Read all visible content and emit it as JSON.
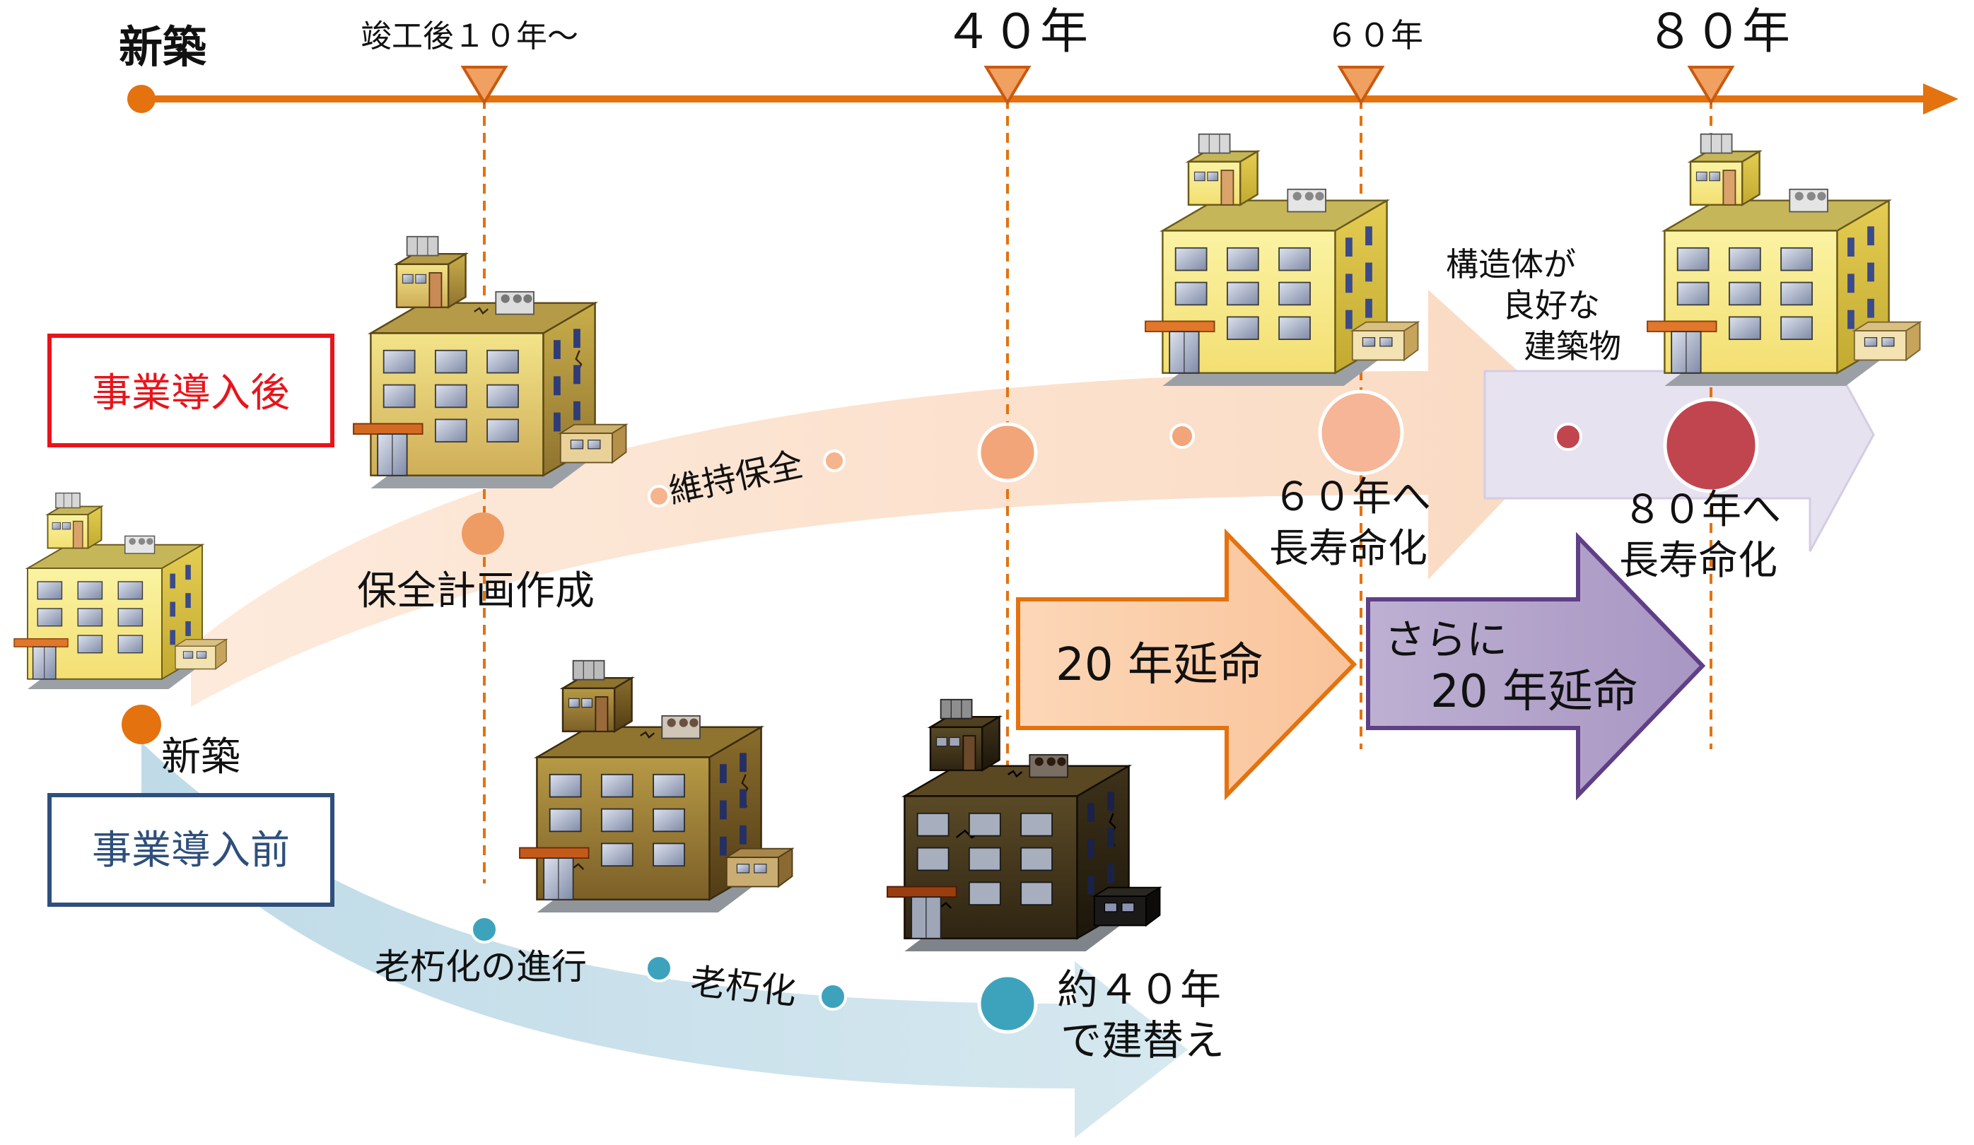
{
  "timeline": {
    "start_label": "新築",
    "markers": [
      {
        "label": "竣工後１０年～",
        "emphasis": "small"
      },
      {
        "label": "４０年",
        "emphasis": "large"
      },
      {
        "label": "６０年",
        "emphasis": "small"
      },
      {
        "label": "８０年",
        "emphasis": "large"
      }
    ]
  },
  "legend": {
    "after_label": "事業導入後",
    "before_label": "事業導入前"
  },
  "after_path": {
    "labels": {
      "plan": "保全計画作成",
      "maintenance": "維持保全",
      "extend60_line1": "６０年へ",
      "extend60_line2": "長寿命化",
      "good_line1": "構造体が",
      "good_line2": "良好な",
      "good_line3": "建築物",
      "extend80_line1": "８０年へ",
      "extend80_line2": "長寿命化"
    }
  },
  "before_path": {
    "labels": {
      "new_build": "新築",
      "aging_progress": "老朽化の進行",
      "aging": "老朽化",
      "rebuild_line1": "約４０年",
      "rebuild_line2": "で建替え"
    }
  },
  "arrows": {
    "extend20": "20 年延命",
    "further_line1": "さらに",
    "further_line2": "20 年延命"
  },
  "colors": {
    "timeline": "#e3720f",
    "after_box": "#e8141b",
    "before_box": "#2e4f7c",
    "after_band": "#fbe3d0",
    "purple_band": "#e6e0ef",
    "before_band": "#cfe3ec",
    "orange_arrow_fill": "#fbcfaa",
    "purple_arrow_fill": "#b3a2c9",
    "purple_arrow_stroke": "#5f3f86",
    "teal_dot": "#3da3bd",
    "salmon_dot": "#f2a578",
    "red_dot": "#c0454f"
  }
}
